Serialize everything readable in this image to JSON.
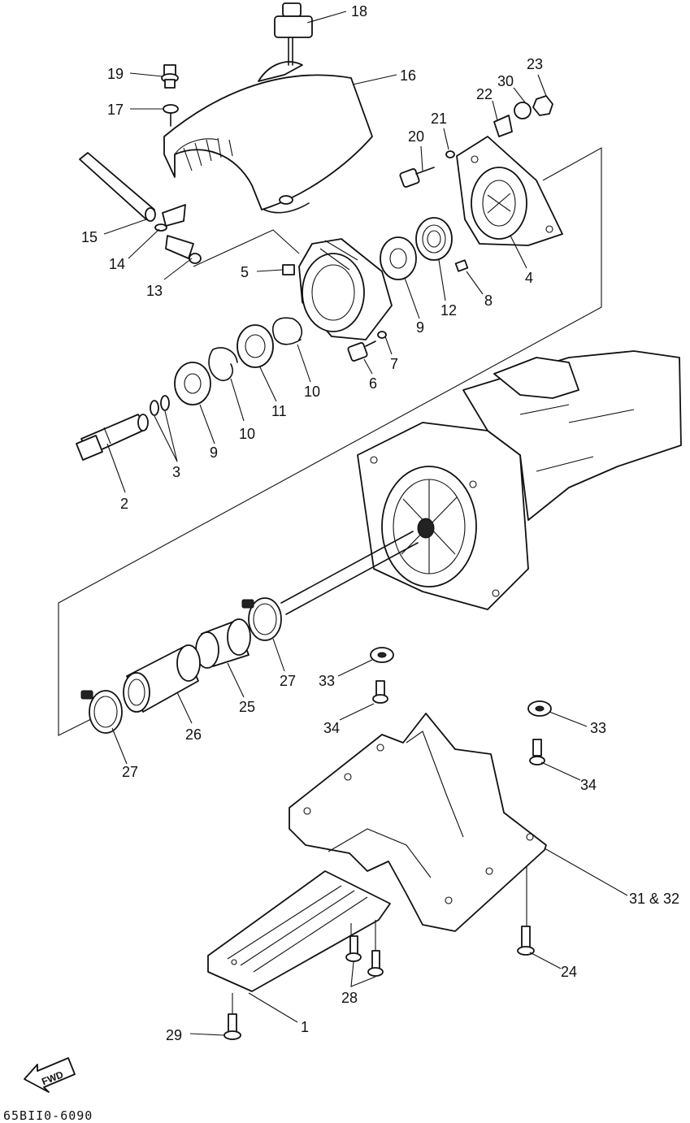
{
  "diagram_code": "65BII0-6090",
  "fwd_label": "FWD",
  "callouts": [
    {
      "id": "c18",
      "text": "18"
    },
    {
      "id": "c16",
      "text": "16"
    },
    {
      "id": "c19",
      "text": "19"
    },
    {
      "id": "c17",
      "text": "17"
    },
    {
      "id": "c23",
      "text": "23"
    },
    {
      "id": "c30",
      "text": "30"
    },
    {
      "id": "c22",
      "text": "22"
    },
    {
      "id": "c21",
      "text": "21"
    },
    {
      "id": "c20",
      "text": "20"
    },
    {
      "id": "c15",
      "text": "15"
    },
    {
      "id": "c14",
      "text": "14"
    },
    {
      "id": "c13",
      "text": "13"
    },
    {
      "id": "c5",
      "text": "5"
    },
    {
      "id": "c4",
      "text": "4"
    },
    {
      "id": "c12",
      "text": "12"
    },
    {
      "id": "c8",
      "text": "8"
    },
    {
      "id": "c9a",
      "text": "9"
    },
    {
      "id": "c7",
      "text": "7"
    },
    {
      "id": "c6",
      "text": "6"
    },
    {
      "id": "c10a",
      "text": "10"
    },
    {
      "id": "c11",
      "text": "11"
    },
    {
      "id": "c10b",
      "text": "10"
    },
    {
      "id": "c9b",
      "text": "9"
    },
    {
      "id": "c3",
      "text": "3"
    },
    {
      "id": "c2",
      "text": "2"
    },
    {
      "id": "c27a",
      "text": "27"
    },
    {
      "id": "c33a",
      "text": "33"
    },
    {
      "id": "c25",
      "text": "25"
    },
    {
      "id": "c34a",
      "text": "34"
    },
    {
      "id": "c26",
      "text": "26"
    },
    {
      "id": "c33b",
      "text": "33"
    },
    {
      "id": "c34b",
      "text": "34"
    },
    {
      "id": "c27b",
      "text": "27"
    },
    {
      "id": "c3132",
      "text": "31 & 32"
    },
    {
      "id": "c24",
      "text": "24"
    },
    {
      "id": "c28",
      "text": "28"
    },
    {
      "id": "c1",
      "text": "1"
    },
    {
      "id": "c29",
      "text": "29"
    }
  ]
}
